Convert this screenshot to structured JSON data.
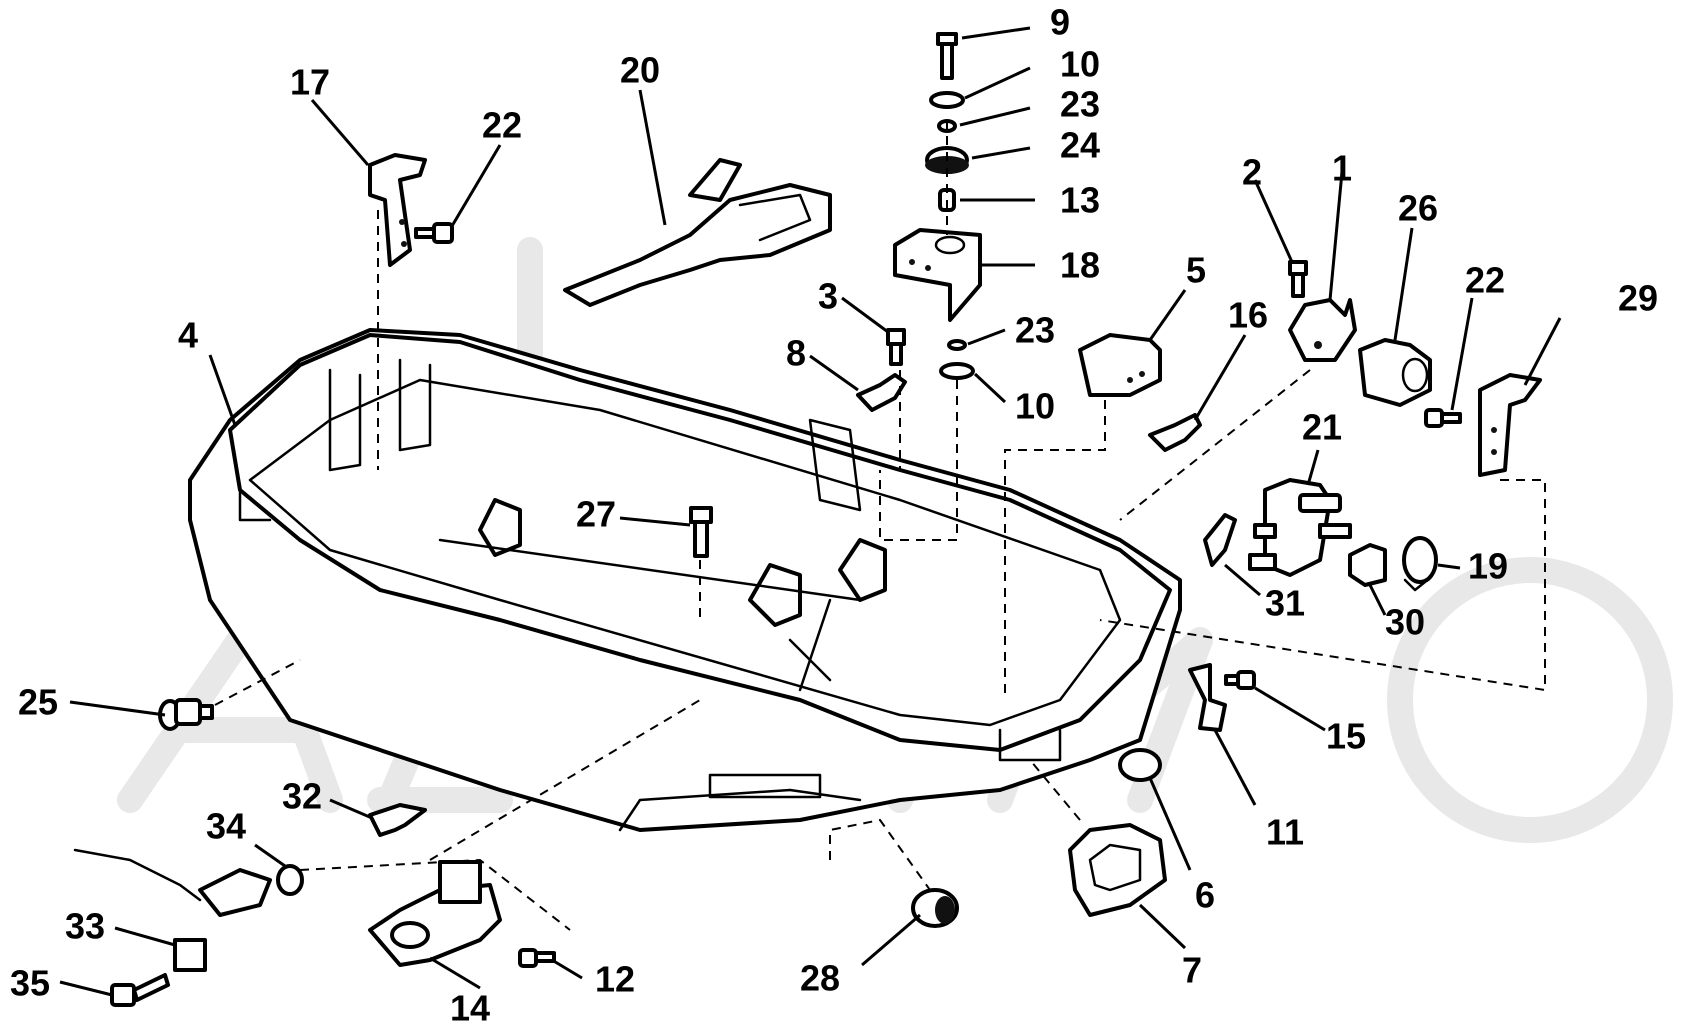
{
  "diagram": {
    "labels": [
      "9",
      "10",
      "23",
      "24",
      "13",
      "18",
      "23",
      "10",
      "20",
      "17",
      "22",
      "3",
      "8",
      "2",
      "1",
      "26",
      "22",
      "29",
      "5",
      "16",
      "4",
      "27",
      "21",
      "31",
      "30",
      "19",
      "25",
      "15",
      "11",
      "6",
      "32",
      "34",
      "33",
      "35",
      "14",
      "12",
      "28",
      "7"
    ]
  }
}
